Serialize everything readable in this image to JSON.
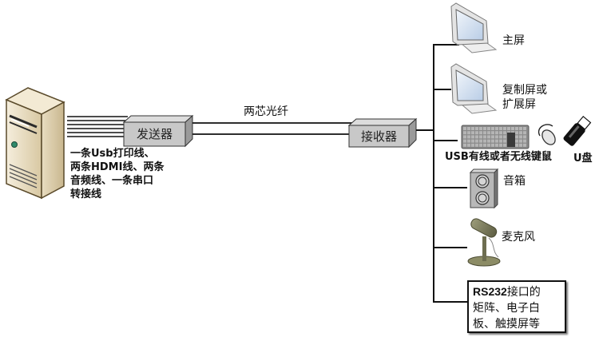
{
  "diagram": {
    "source": {
      "icon": "server-tower-icon",
      "cables_label_lines": [
        "一条Usb打印线、",
        "两条HDMI线、两条",
        "音频线、一条串口",
        "转接线"
      ]
    },
    "transmitter": {
      "label": "发送器"
    },
    "link": {
      "label": "两芯光纤"
    },
    "receiver": {
      "label": "接收器"
    },
    "outputs": [
      {
        "id": "main-screen",
        "icon": "monitor-icon",
        "label_lines": [
          "主屏"
        ]
      },
      {
        "id": "copy-screen",
        "icon": "monitor-icon",
        "label_lines": [
          "复制屏或",
          "扩展屏"
        ]
      },
      {
        "id": "keyboard-mouse",
        "icon": "keyboard-icon",
        "label_lines": [
          "USB有线或者无线键鼠"
        ]
      },
      {
        "id": "usb-drive",
        "icon": "usb-drive-icon",
        "label_lines": [
          "U盘"
        ]
      },
      {
        "id": "speaker",
        "icon": "speaker-icon",
        "label_lines": [
          "音箱"
        ]
      },
      {
        "id": "microphone",
        "icon": "microphone-icon",
        "label_lines": [
          "麦克风"
        ]
      },
      {
        "id": "rs232",
        "icon": "none",
        "label_prefix": "RS232",
        "label_rest": "接口的",
        "label_lines": [
          "矩阵、电子白",
          "板、触摸屏等"
        ]
      }
    ]
  }
}
